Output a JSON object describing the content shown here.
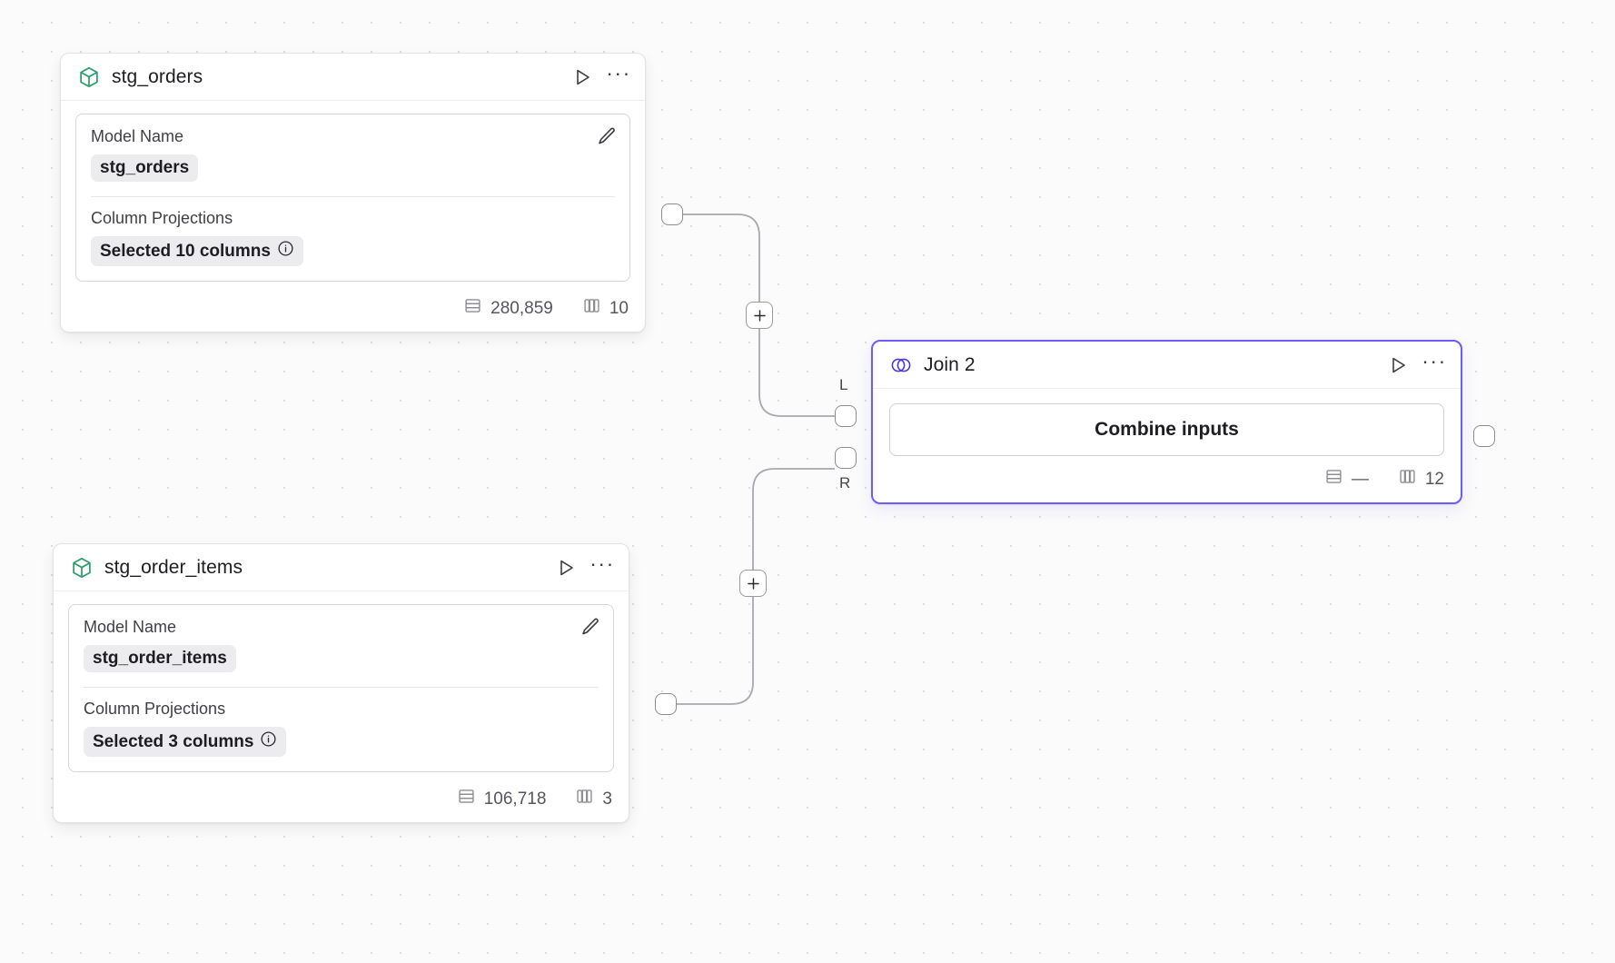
{
  "canvas": {
    "background": "#fbfbfb",
    "grid_dot_color": "#dcdcdc",
    "accent_color": "#6d5cf5"
  },
  "nodes": [
    {
      "id": "stg_orders",
      "title": "stg_orders",
      "icon": "cube-icon",
      "run_label": "Run",
      "menu_label": "More options",
      "fields": [
        {
          "label": "Model Name",
          "value": "stg_orders",
          "has_info": false
        },
        {
          "label": "Column Projections",
          "value": "Selected 10 columns",
          "has_info": true
        }
      ],
      "stats": {
        "rows": "280,859",
        "columns": "10"
      }
    },
    {
      "id": "stg_order_items",
      "title": "stg_order_items",
      "icon": "cube-icon",
      "run_label": "Run",
      "menu_label": "More options",
      "fields": [
        {
          "label": "Model Name",
          "value": "stg_order_items",
          "has_info": false
        },
        {
          "label": "Column Projections",
          "value": "Selected 3 columns",
          "has_info": true
        }
      ],
      "stats": {
        "rows": "106,718",
        "columns": "3"
      }
    },
    {
      "id": "join_2",
      "title": "Join 2",
      "icon": "venn-join-icon",
      "run_label": "Run",
      "menu_label": "More options",
      "body_label": "Combine inputs",
      "input_ports": [
        {
          "name": "L"
        },
        {
          "name": "R"
        }
      ],
      "stats": {
        "rows": "—",
        "columns": "12"
      }
    }
  ],
  "icons": {
    "rows": "rows-icon",
    "columns": "columns-icon",
    "info": "info-icon",
    "edit": "pencil-icon",
    "play": "play-icon",
    "more": "more-horizontal-icon",
    "add": "plus-icon"
  },
  "edge_buttons": [
    {
      "id": "add-on-edge-top",
      "label": "+"
    },
    {
      "id": "add-on-edge-bottom",
      "label": "+"
    }
  ]
}
